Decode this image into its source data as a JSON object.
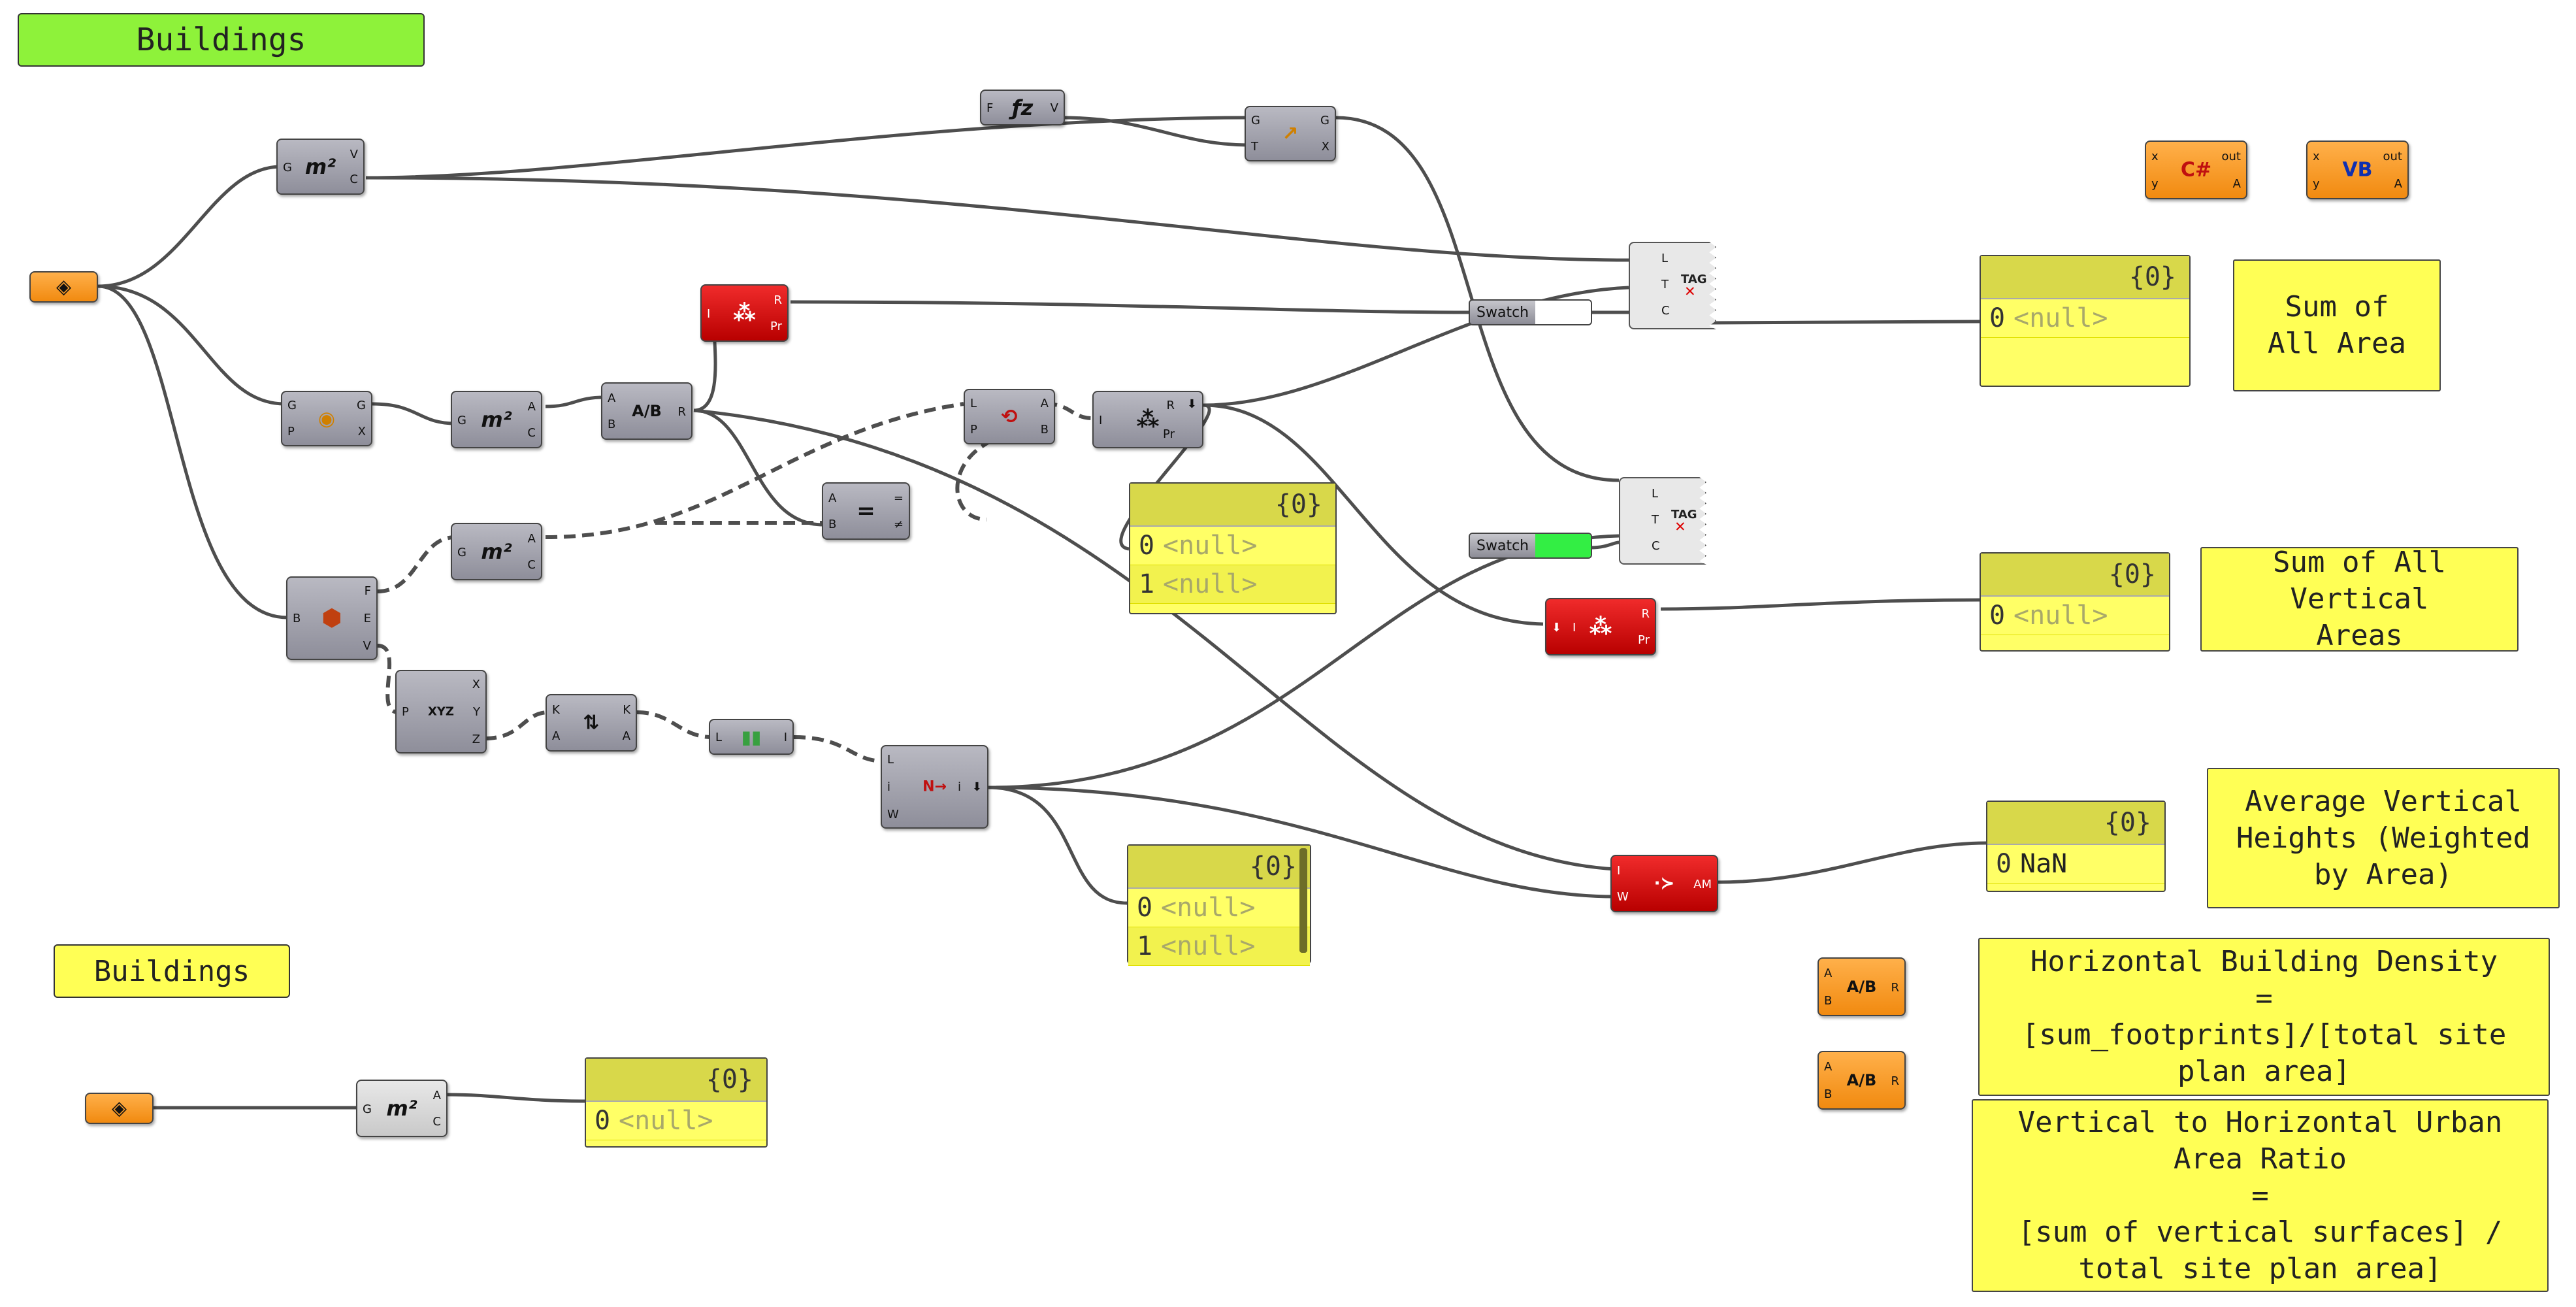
{
  "labels": {
    "buildings_main": "Buildings",
    "buildings_secondary": "Buildings"
  },
  "components": {
    "area_1": {
      "icon": "m²",
      "inputs": [
        "G"
      ],
      "outputs": [
        "V",
        "C"
      ]
    },
    "area_2": {
      "icon": "m²",
      "inputs": [
        "G"
      ],
      "outputs": [
        "A",
        "C"
      ]
    },
    "area_3": {
      "icon": "m²",
      "inputs": [
        "G"
      ],
      "outputs": [
        "A",
        "C"
      ]
    },
    "area_4": {
      "icon": "m²",
      "inputs": [
        "G"
      ],
      "outputs": [
        "A",
        "C"
      ]
    },
    "fz": {
      "icon": "ƒz",
      "inputs": [
        "F"
      ],
      "outputs": [
        "V"
      ]
    },
    "move": {
      "icon": "↗",
      "inputs": [
        "G",
        "T"
      ],
      "outputs": [
        "G",
        "X"
      ]
    },
    "project": {
      "icon": "◉",
      "inputs": [
        "G",
        "P"
      ],
      "outputs": [
        "G",
        "X"
      ]
    },
    "division": {
      "icon": "A/B",
      "inputs": [
        "A",
        "B"
      ],
      "outputs": [
        "R"
      ]
    },
    "mass_red": {
      "icon": "⁂",
      "inputs": [
        "I"
      ],
      "outputs": [
        "R",
        "Pr"
      ]
    },
    "deconstruct_brep": {
      "icon": "⬢",
      "inputs": [
        "B"
      ],
      "outputs": [
        "F",
        "E",
        "V"
      ]
    },
    "deconstruct_point": {
      "icon": "XYZ",
      "inputs": [
        "P"
      ],
      "outputs": [
        "X",
        "Y",
        "Z"
      ]
    },
    "sort": {
      "icon": "⇅",
      "inputs": [
        "K",
        "A"
      ],
      "outputs": [
        "K",
        "A"
      ]
    },
    "bounds": {
      "icon": "▮▮",
      "inputs": [
        "L"
      ],
      "outputs": [
        "I"
      ]
    },
    "find_domain": {
      "icon": "N→",
      "inputs": [
        "L",
        "i",
        "W"
      ],
      "outputs": [
        "i"
      ]
    },
    "dispatch": {
      "icon": "⟲",
      "inputs": [
        "L",
        "P"
      ],
      "outputs": [
        "A",
        "B"
      ]
    },
    "equality": {
      "icon": "=",
      "inputs": [
        "A",
        "B"
      ],
      "outputs": [
        "=",
        "≠"
      ]
    },
    "mass_gray": {
      "icon": "⁂",
      "inputs": [
        "I"
      ],
      "outputs": [
        "R",
        "Pr"
      ]
    },
    "mass_red_2": {
      "icon": "⁂",
      "inputs": [
        "I"
      ],
      "outputs": [
        "R",
        "Pr"
      ]
    },
    "average": {
      "icon": "·≻",
      "inputs": [
        "I",
        "W"
      ],
      "outputs": [
        "AM"
      ]
    },
    "csharp": {
      "icon": "C#",
      "inputs": [
        "x",
        "y"
      ],
      "outputs": [
        "out",
        "A"
      ]
    },
    "vb": {
      "icon": "VB",
      "inputs": [
        "x",
        "y"
      ],
      "outputs": [
        "out",
        "A"
      ]
    },
    "div_orange_1": {
      "icon": "A/B",
      "inputs": [
        "A",
        "B"
      ],
      "outputs": [
        "R"
      ]
    },
    "div_orange_2": {
      "icon": "A/B",
      "inputs": [
        "A",
        "B"
      ],
      "outputs": [
        "R"
      ]
    },
    "tag_1": {
      "label": "TAG",
      "inputs": [
        "L",
        "T",
        "C"
      ]
    },
    "tag_2": {
      "label": "TAG",
      "inputs": [
        "L",
        "T",
        "C"
      ]
    },
    "swatch_1": {
      "label": "Swatch",
      "color": "#ffffff"
    },
    "swatch_2": {
      "label": "Swatch",
      "color": "#33ee44"
    }
  },
  "panels": {
    "p1": {
      "header": "{0}",
      "rows": [
        {
          "i": "0",
          "v": "<null>"
        }
      ]
    },
    "p2": {
      "header": "{0}",
      "rows": [
        {
          "i": "0",
          "v": "<null>"
        }
      ]
    },
    "p3": {
      "header": "{0}",
      "rows": [
        {
          "i": "0",
          "v": "NaN"
        }
      ]
    },
    "p4": {
      "header": "{0}",
      "rows": [
        {
          "i": "0",
          "v": "<null>"
        },
        {
          "i": "1",
          "v": "<null>"
        }
      ]
    },
    "p5": {
      "header": "{0}",
      "rows": [
        {
          "i": "0",
          "v": "<null>"
        },
        {
          "i": "1",
          "v": "<null>"
        }
      ]
    },
    "p6": {
      "header": "{0}",
      "rows": [
        {
          "i": "0",
          "v": "<null>"
        }
      ]
    }
  },
  "notes": {
    "sum_all_area": "Sum of\nAll Area",
    "sum_vertical": "Sum of All\nVertical\nAreas",
    "avg_heights": "Average Vertical\nHeights (Weighted\nby Area)",
    "horizontal_density": "Horizontal Building Density\n=\n[sum_footprints]/[total site\nplan area]",
    "vh_ratio": "Vertical to Horizontal Urban\nArea Ratio\n=\n[sum of vertical surfaces] /\ntotal site plan area]"
  }
}
